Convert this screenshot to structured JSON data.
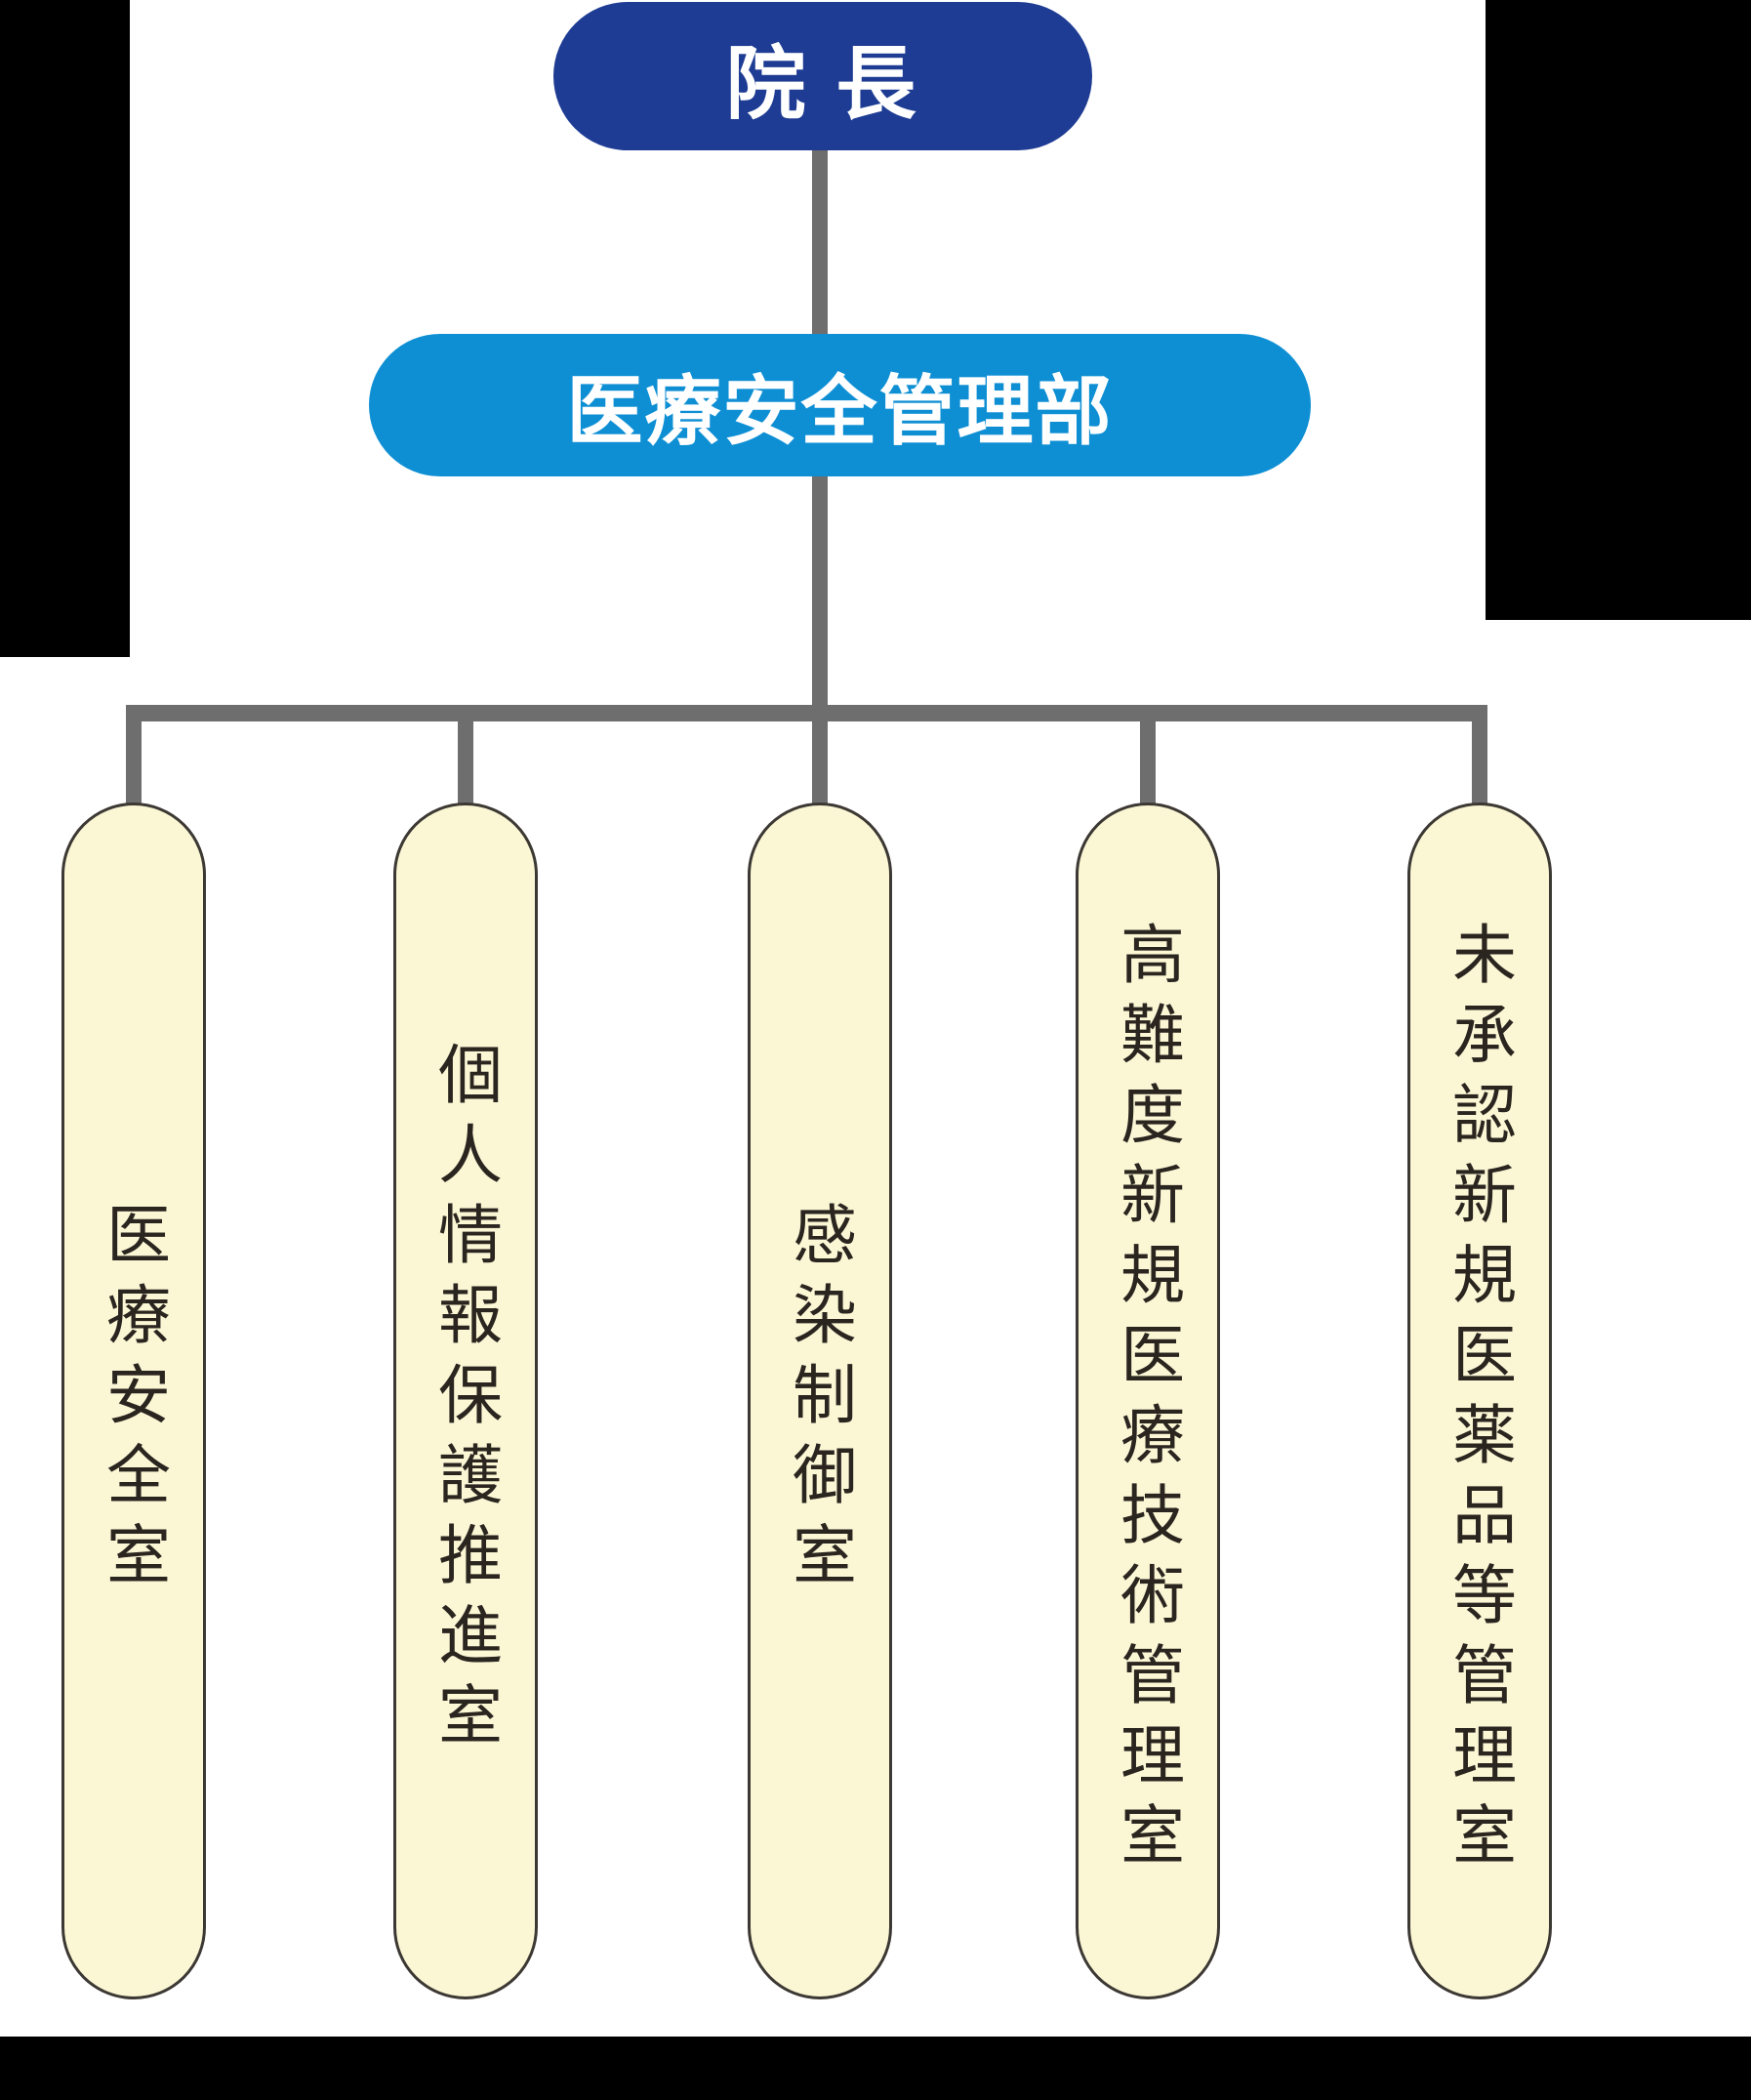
{
  "org_chart": {
    "director": {
      "label": "院 長"
    },
    "department": {
      "label": "医療安全管理部"
    },
    "offices": [
      {
        "label": "医療安全室"
      },
      {
        "label": "個人情報保護推進室"
      },
      {
        "label": "感染制御室"
      },
      {
        "label": "高難度新規医療技術管理室"
      },
      {
        "label": "未承認新規医薬品等管理室"
      }
    ],
    "colors": {
      "director_bg": "#1e3c93",
      "department_bg": "#0e8fd4",
      "office_bg": "#fbf7d5",
      "office_border": "#3c3833",
      "office_text": "#2b2520",
      "node_text": "#ffffff",
      "connector": "#6e6e6e",
      "masked_region": "#000000",
      "background": "#ffffff"
    }
  }
}
